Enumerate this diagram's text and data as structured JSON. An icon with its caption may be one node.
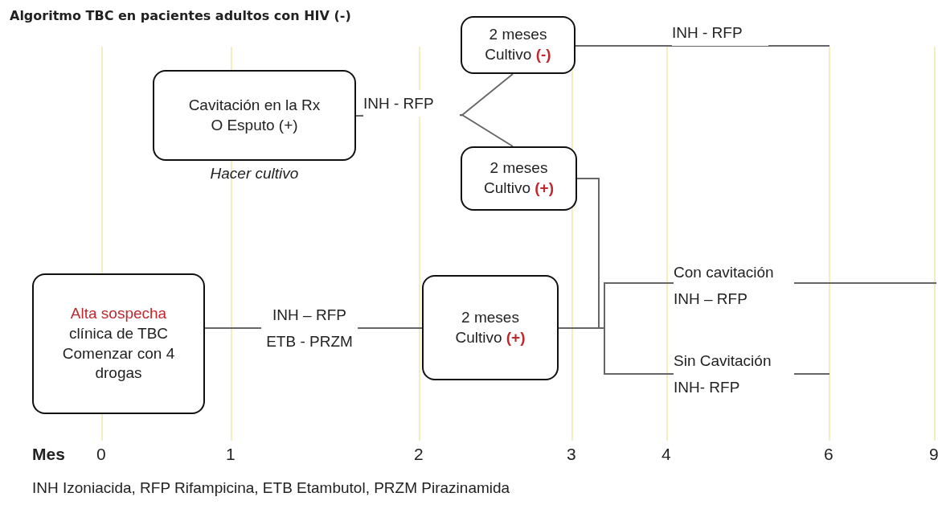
{
  "diagram": {
    "title": "Algoritmo TBC en pacientes adultos con HIV (-)",
    "caption": "INH Izoniacida, RFP Rifampicina, ETB Etambutol, PRZM Pirazinamida",
    "nodes": [
      {
        "text": [
          "Alta sospecha",
          "clínica de TBC Comenzar con 4 drogas"
        ]
      },
      {
        "text": [
          "Cavitación en la Rx O Esputo (+)"
        ],
        "beside": [
          "Hacer cultivo"
        ]
      },
      {
        "text": [
          "2 meses",
          "Cultivo **(-)**"
        ]
      },
      {
        "text": [
          "2 meses",
          "Cultivo **(+)**"
        ]
      },
      {
        "text": [
          "2 meses",
          "Cultivo **(+)**"
        ]
      }
    ],
    "edges": [
      {
        "from": 0,
        "to": 4,
        "arrow": "none",
        "label": "INH – RFP ETB - PRZM"
      },
      {
        "from": 1,
        "to": 2,
        "arrow": "none",
        "label": "INH - RFP"
      },
      {
        "from": 1,
        "to": 3,
        "arrow": "none"
      },
      {
        "from": 2,
        "to": null,
        "arrow": "none",
        "label": "INH - RFP"
      },
      {
        "from": 4,
        "to": null,
        "arrow": "none",
        "label": "Con cavitación INH – RFP"
      },
      {
        "from": 4,
        "to": null,
        "arrow": "none",
        "label": "Sin Cavitación INH- RFP"
      },
      {
        "from": 3,
        "to": null,
        "arrow": "none"
      },
      {
        "from": 3,
        "to": null,
        "arrow": "none"
      }
    ],
    "labels": [
      "Mes",
      "0",
      "1",
      "2",
      "3",
      "4",
      "6",
      "9"
    ]
  }
}
